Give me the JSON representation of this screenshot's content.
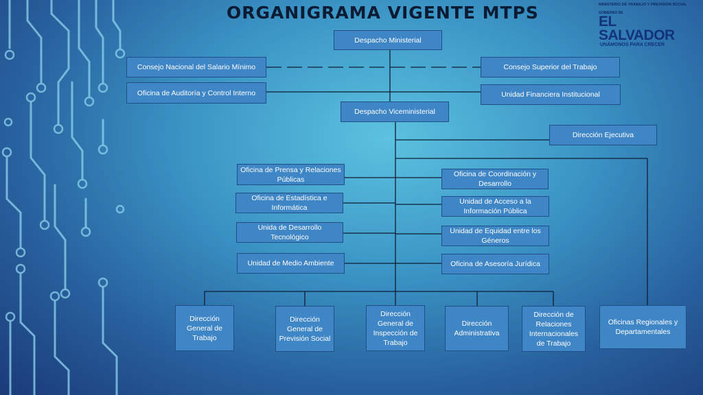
{
  "title": "ORGANIGRAMA VIGENTE MTPS",
  "logo": {
    "ministry": "MINISTERIO DE TRABAJO Y PREVISIÓN SOCIAL",
    "government": "GOBIERNO DE",
    "country": "EL SALVADOR",
    "slogan": "UNÁMONOS PARA CRECER"
  },
  "nodes": {
    "despacho_ministerial": "Despacho Ministerial",
    "consejo_salario": "Consejo Nacional del Salario Mínimo",
    "consejo_superior": "Consejo Superior del Trabajo",
    "auditoria": "Oficina de Auditoría y Control Interno",
    "financiera": "Unidad Financiera Institucional",
    "viceministerial": "Despacho Viceministerial",
    "ejecutiva": "Dirección Ejecutiva",
    "prensa": "Oficina de Prensa y Relaciones Públicas",
    "estadistica": "Oficina de Estadística e Informática",
    "desarrollo_tec": "Unida de Desarrollo Tecnológico",
    "medio_ambiente": "Unidad de Medio Ambiente",
    "coordinacion": "Oficina de Coordinación y Desarrollo",
    "acceso_info": "Unidad de Acceso a la Información Pública",
    "equidad": "Unidad de Equidad entre los Géneros",
    "asesoria": "Oficina de Asesoría Jurídica",
    "dg_trabajo": "Dirección General de Trabajo",
    "dg_prevision": "Dirección General de Previsión Social",
    "dg_inspeccion": "Dirección General de Inspección de Trabajo",
    "administrativa": "Dirección Administrativa",
    "relaciones_int": "Dirección de Relaciones Internacionales de Trabajo",
    "regionales": "Oficinas Regionales y Departamentales"
  }
}
